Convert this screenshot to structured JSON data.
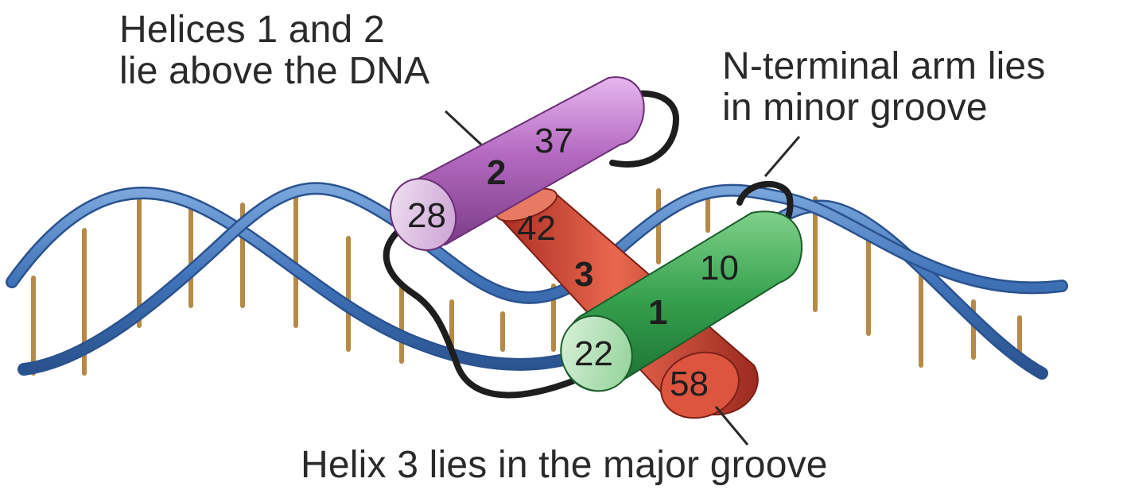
{
  "captions": {
    "helices_line1": "Helices 1 and 2",
    "helices_line2": "lie above the DNA",
    "nterm_line1": "N-terminal arm lies",
    "nterm_line2": "in minor groove",
    "helix3": "Helix 3 lies in the major groove"
  },
  "helices": {
    "helix2": {
      "number": "2",
      "start_residue": "28",
      "end_residue": "37",
      "color": "#b56ac2"
    },
    "helix3": {
      "number": "3",
      "start_residue": "42",
      "end_residue": "58",
      "color": "#d2483a"
    },
    "helix1": {
      "number": "1",
      "start_residue": "22",
      "end_residue": "10",
      "color": "#34a04d"
    }
  },
  "colors": {
    "dna_backbone": "#3f72b8",
    "dna_base_pairs": "#b58a48",
    "loop": "#1e1e1e",
    "text": "#2a2a2a"
  }
}
